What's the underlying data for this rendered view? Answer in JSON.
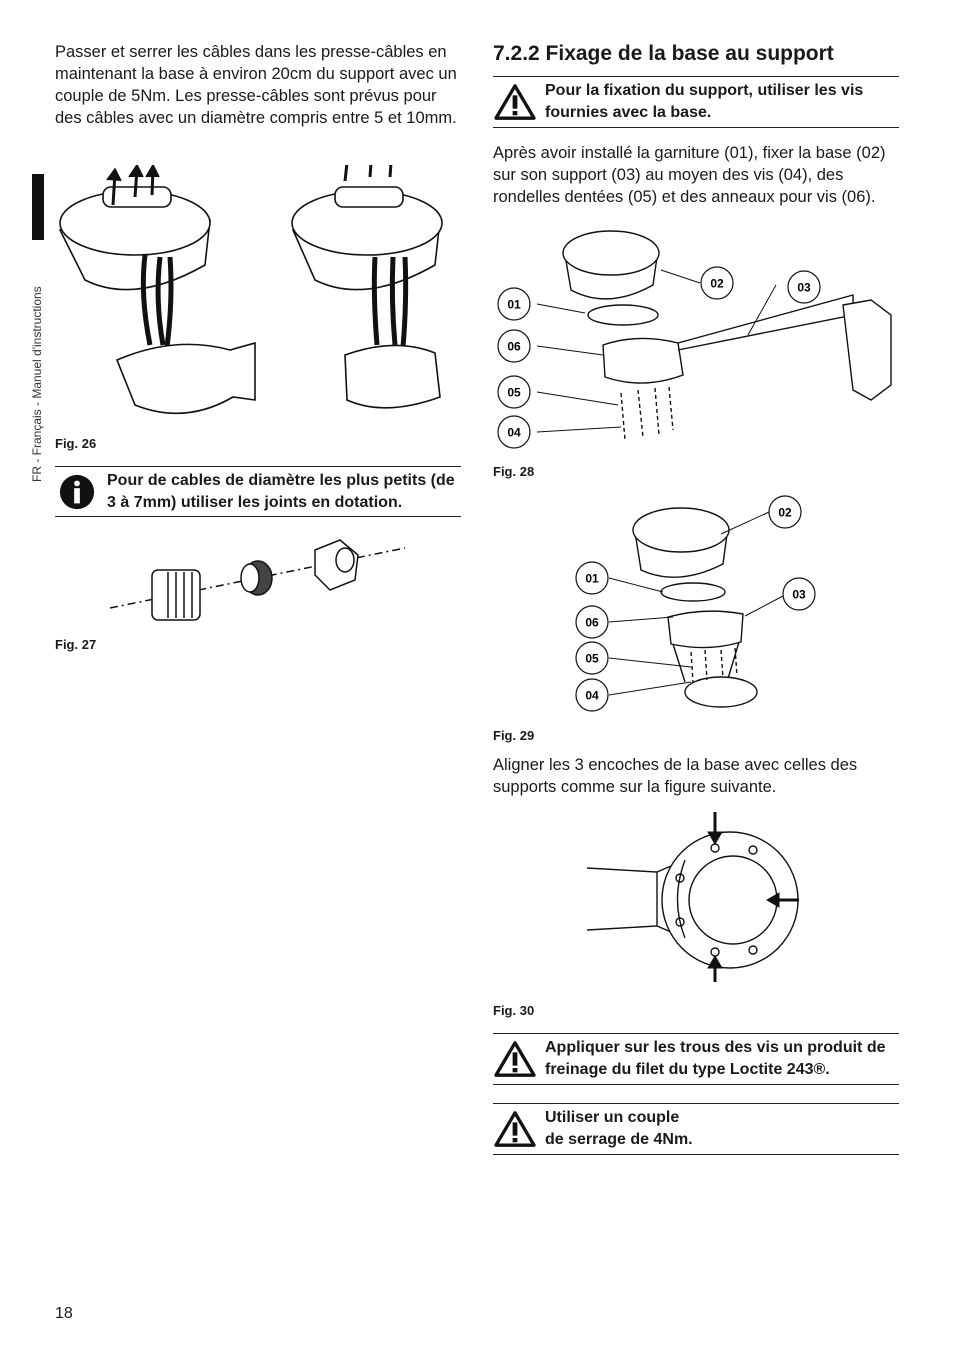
{
  "sidebar": {
    "label": "FR - Français - Manuel d'instructions"
  },
  "left": {
    "intro": "Passer et serrer les câbles dans les presse-câbles en maintenant la base à environ 20cm du support avec un couple de 5Nm. Les presse-câbles sont prévus pour des câbles avec un diamètre compris entre 5 et 10mm.",
    "fig26_label": "Fig. 26",
    "info_notice": "Pour de cables de diamètre les plus petits (de 3 à 7mm) utiliser les joints en dotation.",
    "fig27_label": "Fig. 27"
  },
  "right": {
    "heading": "7.2.2  Fixage de la base au support",
    "warning1": "Pour la fixation du support, utiliser les vis fournies avec la base.",
    "para1": "Après avoir installé la garniture (01), fixer la base (02) sur son support (03) au moyen des vis (04), des rondelles dentées (05) et des anneaux pour vis (06).",
    "fig28_label": "Fig. 28",
    "fig29_label": "Fig. 29",
    "para2": "Aligner les 3 encoches de la base avec celles des supports comme sur la figure suivante.",
    "fig30_label": "Fig. 30",
    "warning2": "Appliquer sur les trous des vis un produit de freinage du filet du type Loctite 243®.",
    "warning3_line1": "Utiliser un couple",
    "warning3_line2": "de serrage de 4Nm."
  },
  "callouts": {
    "c01": "01",
    "c02": "02",
    "c03": "03",
    "c04": "04",
    "c05": "05",
    "c06": "06"
  },
  "footer": {
    "page_number": "18"
  },
  "icons": {
    "warning": "warning-triangle-icon",
    "info": "info-circle-icon"
  }
}
